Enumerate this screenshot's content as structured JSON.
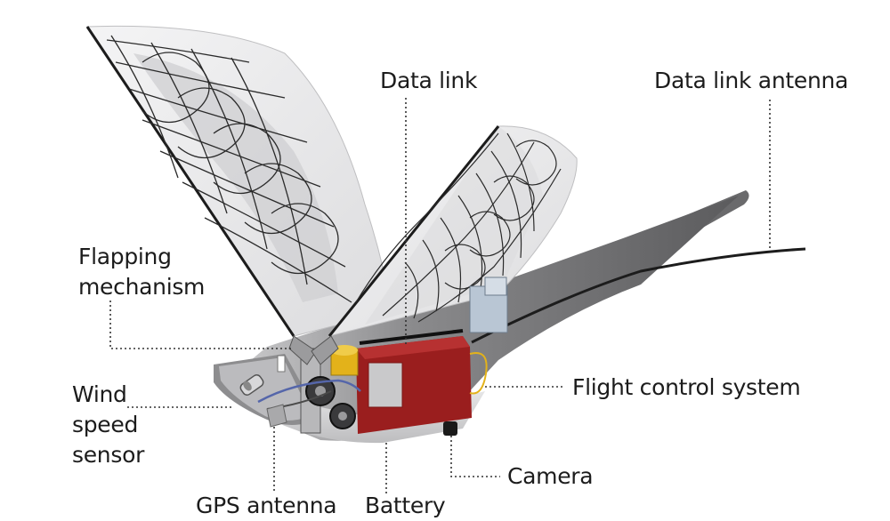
{
  "labels": {
    "data_link": "Data link",
    "data_link_antenna": "Data link antenna",
    "flapping_mechanism": [
      "Flapping",
      "mechanism"
    ],
    "wind_speed_sensor": [
      "Wind",
      "speed",
      "sensor"
    ],
    "flight_control_system": "Flight control system",
    "camera": "Camera",
    "gps_antenna": "GPS antenna",
    "battery": "Battery"
  },
  "colors": {
    "body": "#6e6e70",
    "body_light": "#bcbcbe",
    "wing_fill": "#ededee",
    "feather_shade": "#cfcfd1",
    "control_box": "#9a1e1e",
    "battery": "#e3b21a",
    "leader_line": "#333333"
  }
}
